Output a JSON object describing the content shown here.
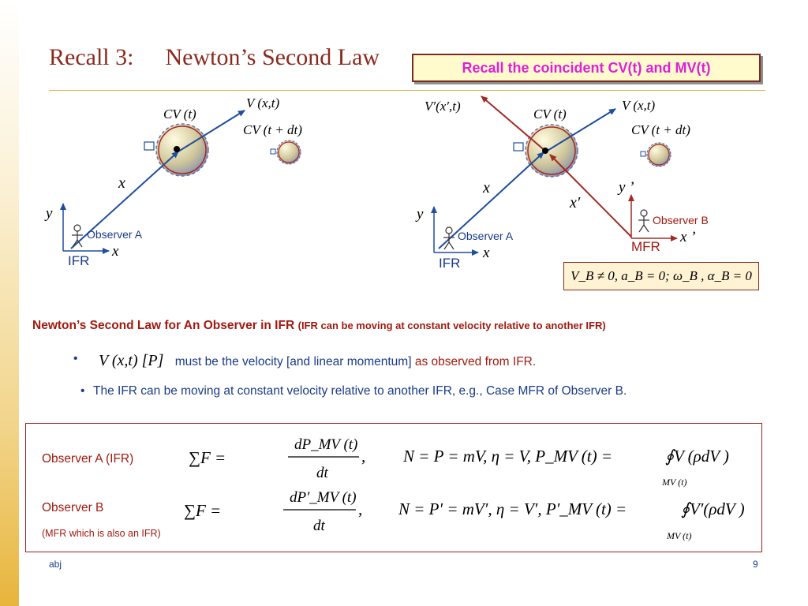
{
  "slide": {
    "title_prefix": "Recall 3:",
    "title_main": "Newton’s Second Law",
    "recall_box": "Recall the coincident CV(t) and MV(t)"
  },
  "figure_left": {
    "cv_label": "CV (t)",
    "v_label": "V (x,t)",
    "cv_dt_label": "CV (t + dt)",
    "x_vec_label": "x",
    "axis_y": "y",
    "axis_x": "x",
    "observer_label": "Observer A",
    "frame_label": "IFR"
  },
  "figure_right": {
    "vprime_label": "V′(x′,t)",
    "cv_label": "CV (t)",
    "v_label": "V (x,t)",
    "cv_dt_label": "CV (t + dt)",
    "x_vec_label": "x",
    "xprime_vec_label": "x′",
    "axis_y": "y",
    "axis_x": "x",
    "axis_yprime": "y ’",
    "axis_xprime": "x ’",
    "observer_a_label": "Observer A",
    "observer_b_label": "Observer B",
    "frame_ifr": "IFR",
    "frame_mfr": "MFR",
    "condition": "V_B ≠ 0,  a_B = 0;  ω_B , α_B = 0"
  },
  "section": {
    "heading": "Newton’s Second Law for An Observer in IFR",
    "heading_note": "(IFR can be moving at constant velocity relative to another IFR)"
  },
  "bullets": {
    "b1_math": "V (x,t)  [P]",
    "b1_text_blue": "must be the velocity [and linear momentum]",
    "b1_text_red": "as observed from IFR.",
    "b2_text": "The IFR can be moving at constant velocity relative to another IFR, e.g.,  Case MFR of Observer B."
  },
  "equations": {
    "obs_a_label": "Observer A (IFR)",
    "obs_b_label": "Observer B",
    "obs_b_note": "(MFR which is also an IFR)",
    "eq_a_lhs": "∑F   =",
    "eq_a_num": "dP_MV (t)",
    "eq_a_den": "dt",
    "eq_a_rest": "N = P = mV,  η = V,   P_MV (t) =",
    "eq_a_integral": "∮V (ρdV )",
    "eq_a_sub": "MV (t)",
    "eq_b_lhs": "∑F   =",
    "eq_b_num": "dP′_MV (t)",
    "eq_b_den": "dt",
    "eq_b_rest": "N = P′ = mV′,  η = V′,   P′_MV (t) =",
    "eq_b_integral": "∮V′(ρdV )",
    "eq_b_sub": "MV (t)"
  },
  "footer": {
    "left": "abj",
    "right": "9"
  },
  "colors": {
    "title": "#8a2a1e",
    "recall_text": "#e01fd8",
    "arrow_blue": "#1f4e9e",
    "arrow_red": "#a22a26",
    "heading_red": "#a01a10",
    "body_blue": "#1a3a8a"
  }
}
